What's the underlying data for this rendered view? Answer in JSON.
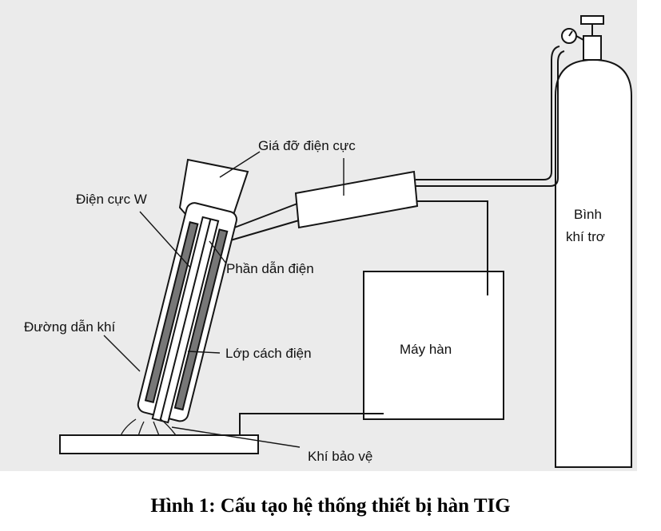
{
  "figure": {
    "labels": {
      "electrode_holder": "Giá đỡ điện cực",
      "tungsten_electrode": "Điện cực W",
      "conductive_part": "Phần dẫn điện",
      "gas_channel": "Đường dẫn khí",
      "insulation_layer": "Lớp cách điện",
      "welding_machine": "Máy hàn",
      "shielding_gas": "Khí bảo vệ",
      "gas_cylinder_line1": "Bình",
      "gas_cylinder_line2": "khí trơ"
    },
    "colors": {
      "paper": "#ebebeb",
      "ink": "#151515"
    }
  },
  "caption": "Hình 1: Cấu tạo hệ thống thiết bị hàn TIG"
}
